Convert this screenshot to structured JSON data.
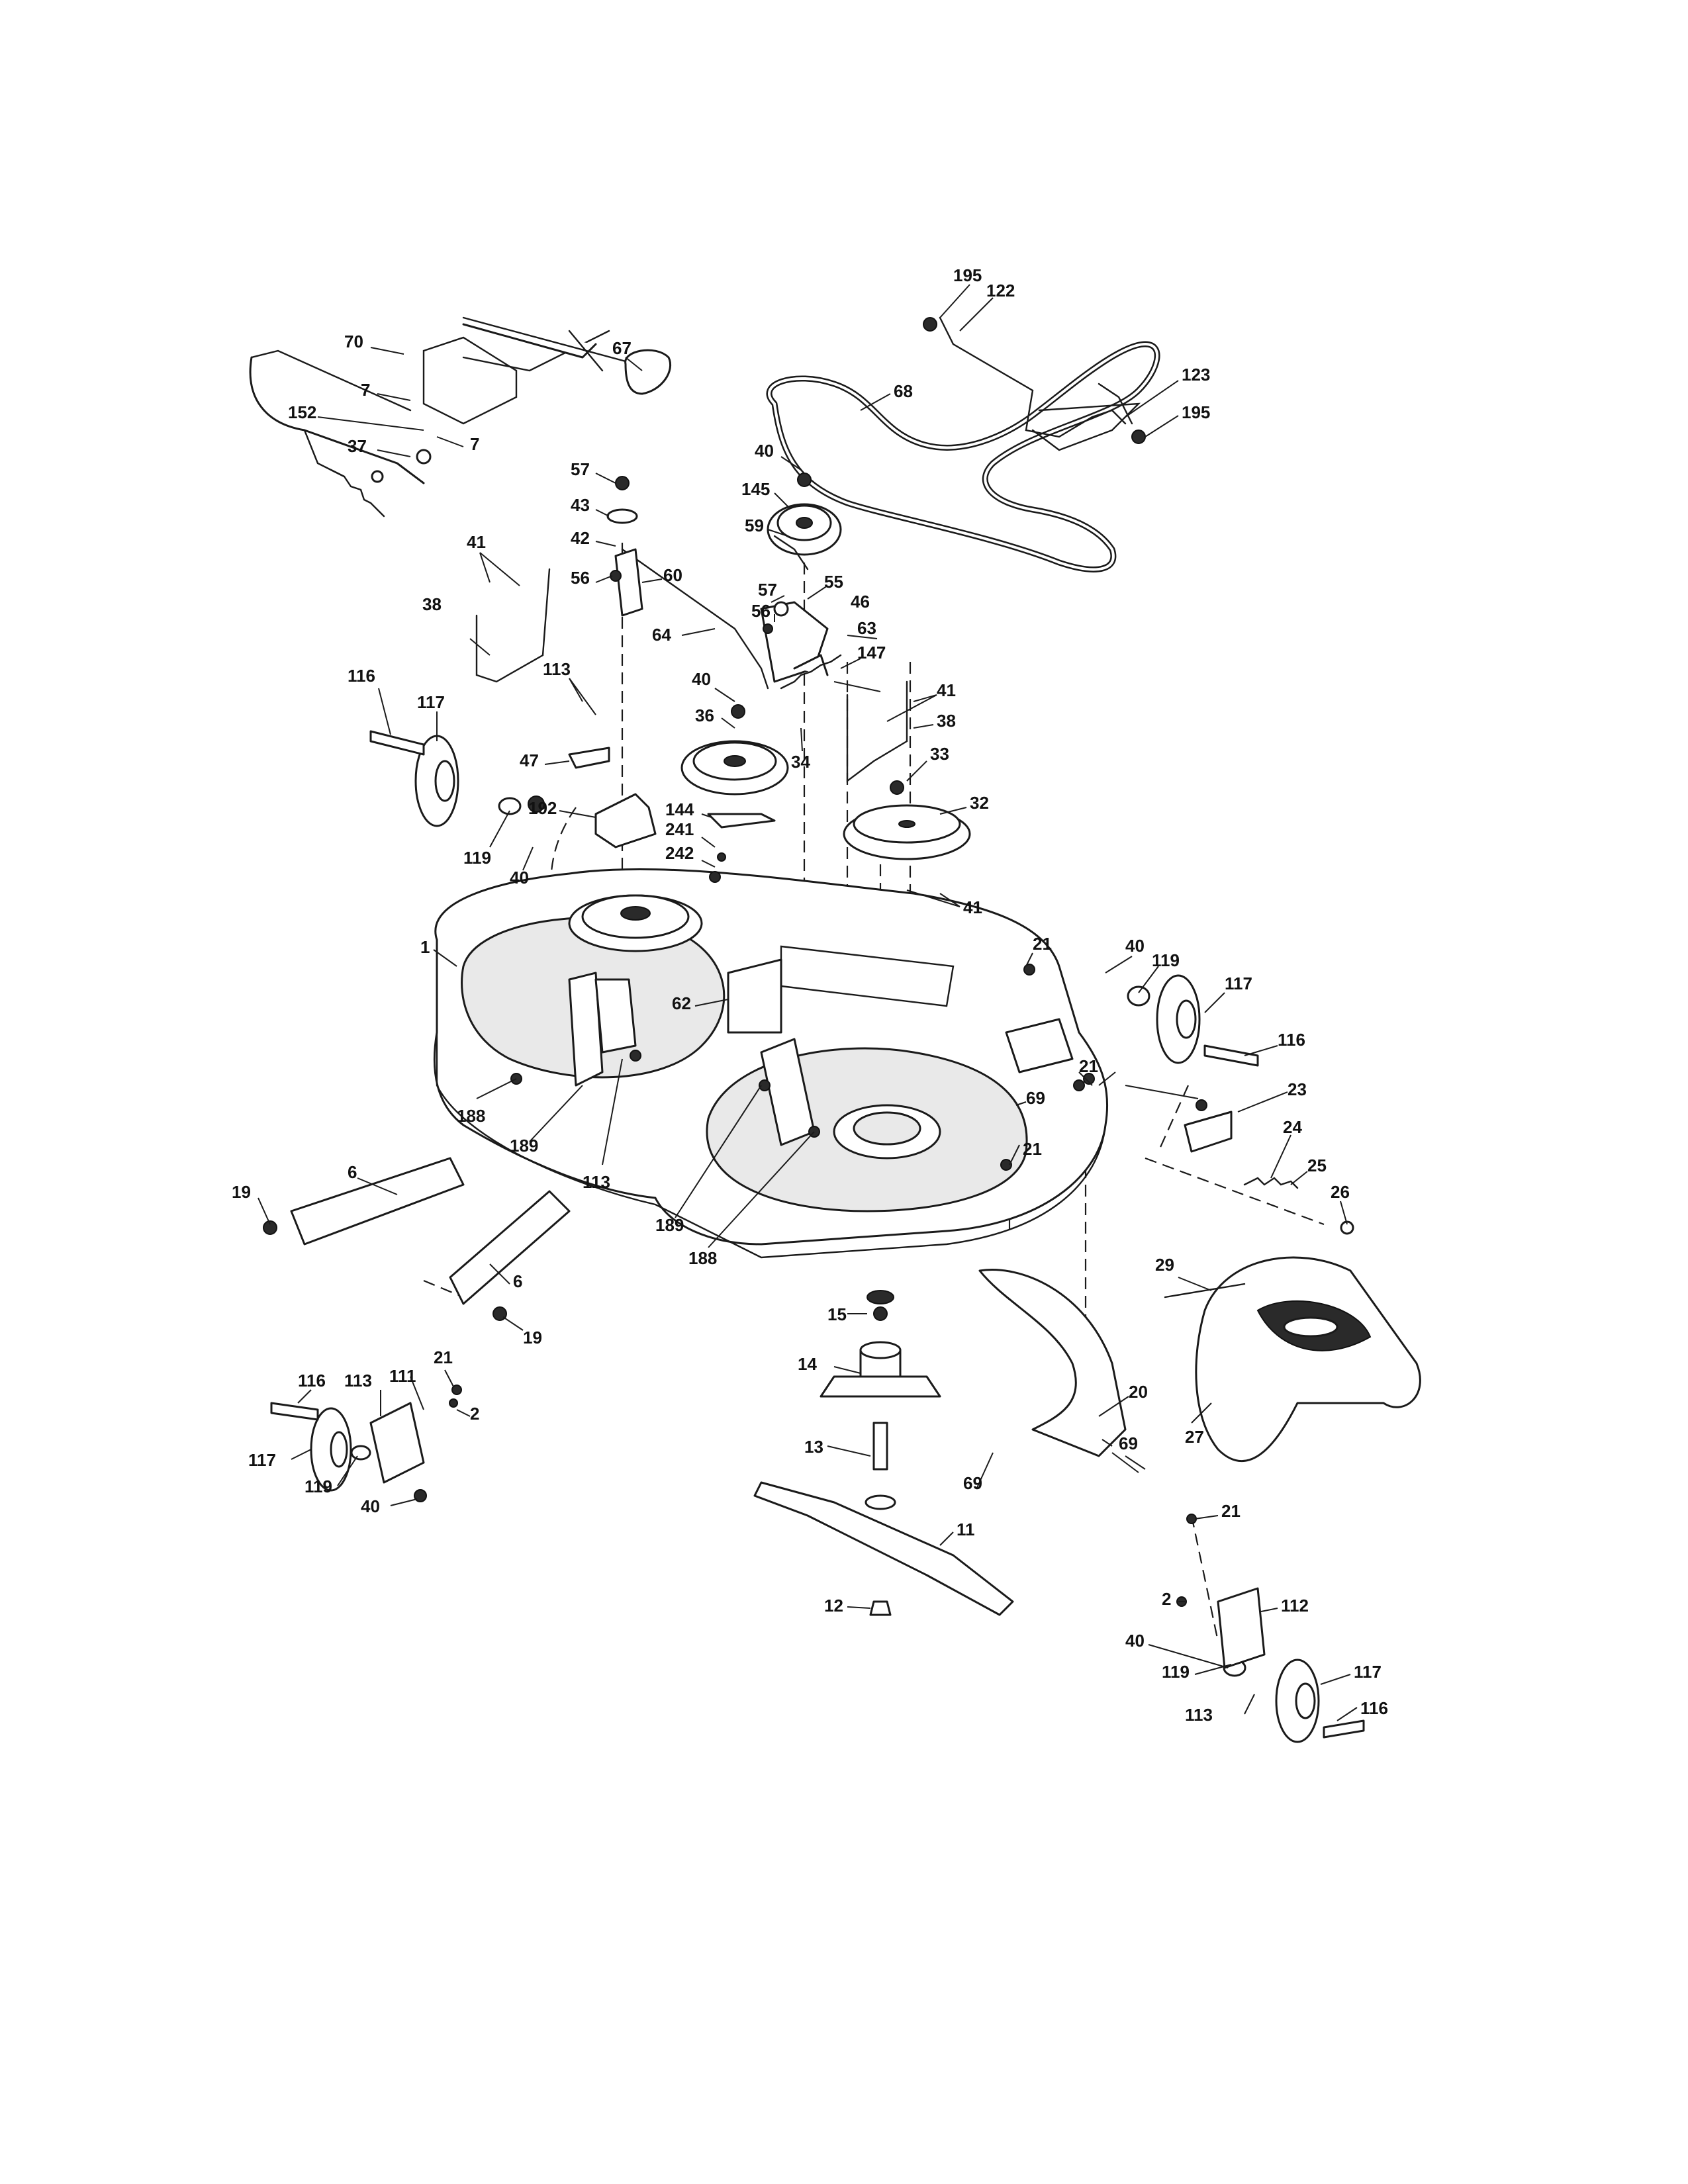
{
  "callouts": [
    {
      "id": "c-195a",
      "text": "195"
    },
    {
      "id": "c-122",
      "text": "122"
    },
    {
      "id": "c-70",
      "text": "70"
    },
    {
      "id": "c-67",
      "text": "67"
    },
    {
      "id": "c-123",
      "text": "123"
    },
    {
      "id": "c-68",
      "text": "68"
    },
    {
      "id": "c-195b",
      "text": "195"
    },
    {
      "id": "c-7a",
      "text": "7"
    },
    {
      "id": "c-152",
      "text": "152"
    },
    {
      "id": "c-37",
      "text": "37"
    },
    {
      "id": "c-7b",
      "text": "7"
    },
    {
      "id": "c-40a",
      "text": "40"
    },
    {
      "id": "c-57a",
      "text": "57"
    },
    {
      "id": "c-145",
      "text": "145"
    },
    {
      "id": "c-43",
      "text": "43"
    },
    {
      "id": "c-59",
      "text": "59"
    },
    {
      "id": "c-42",
      "text": "42"
    },
    {
      "id": "c-41a",
      "text": "41"
    },
    {
      "id": "c-56a",
      "text": "56"
    },
    {
      "id": "c-60",
      "text": "60"
    },
    {
      "id": "c-57b",
      "text": "57"
    },
    {
      "id": "c-55",
      "text": "55"
    },
    {
      "id": "c-38a",
      "text": "38"
    },
    {
      "id": "c-56b",
      "text": "56"
    },
    {
      "id": "c-46",
      "text": "46"
    },
    {
      "id": "c-64",
      "text": "64"
    },
    {
      "id": "c-63",
      "text": "63"
    },
    {
      "id": "c-147",
      "text": "147"
    },
    {
      "id": "c-116a",
      "text": "116"
    },
    {
      "id": "c-113a",
      "text": "113"
    },
    {
      "id": "c-40b",
      "text": "40"
    },
    {
      "id": "c-41b",
      "text": "41"
    },
    {
      "id": "c-117a",
      "text": "117"
    },
    {
      "id": "c-36",
      "text": "36"
    },
    {
      "id": "c-38b",
      "text": "38"
    },
    {
      "id": "c-47",
      "text": "47"
    },
    {
      "id": "c-34",
      "text": "34"
    },
    {
      "id": "c-33",
      "text": "33"
    },
    {
      "id": "c-192",
      "text": "192"
    },
    {
      "id": "c-144",
      "text": "144"
    },
    {
      "id": "c-32",
      "text": "32"
    },
    {
      "id": "c-241",
      "text": "241"
    },
    {
      "id": "c-119a",
      "text": "119"
    },
    {
      "id": "c-40c",
      "text": "40"
    },
    {
      "id": "c-242",
      "text": "242"
    },
    {
      "id": "c-41c",
      "text": "41"
    },
    {
      "id": "c-1",
      "text": "1"
    },
    {
      "id": "c-21a",
      "text": "21"
    },
    {
      "id": "c-40d",
      "text": "40"
    },
    {
      "id": "c-119b",
      "text": "119"
    },
    {
      "id": "c-117b",
      "text": "117"
    },
    {
      "id": "c-62",
      "text": "62"
    },
    {
      "id": "c-116b",
      "text": "116"
    },
    {
      "id": "c-21b",
      "text": "21"
    },
    {
      "id": "c-69a",
      "text": "69"
    },
    {
      "id": "c-23",
      "text": "23"
    },
    {
      "id": "c-188a",
      "text": "188"
    },
    {
      "id": "c-189a",
      "text": "189"
    },
    {
      "id": "c-21c",
      "text": "21"
    },
    {
      "id": "c-24",
      "text": "24"
    },
    {
      "id": "c-113b",
      "text": "113"
    },
    {
      "id": "c-25",
      "text": "25"
    },
    {
      "id": "c-6a",
      "text": "6"
    },
    {
      "id": "c-19a",
      "text": "19"
    },
    {
      "id": "c-189b",
      "text": "189"
    },
    {
      "id": "c-26",
      "text": "26"
    },
    {
      "id": "c-188b",
      "text": "188"
    },
    {
      "id": "c-29",
      "text": "29"
    },
    {
      "id": "c-6b",
      "text": "6"
    },
    {
      "id": "c-15",
      "text": "15"
    },
    {
      "id": "c-19b",
      "text": "19"
    },
    {
      "id": "c-21d",
      "text": "21"
    },
    {
      "id": "c-14",
      "text": "14"
    },
    {
      "id": "c-20",
      "text": "20"
    },
    {
      "id": "c-116c",
      "text": "116"
    },
    {
      "id": "c-113c",
      "text": "113"
    },
    {
      "id": "c-111",
      "text": "111"
    },
    {
      "id": "c-2a",
      "text": "2"
    },
    {
      "id": "c-27",
      "text": "27"
    },
    {
      "id": "c-69b",
      "text": "69"
    },
    {
      "id": "c-13",
      "text": "13"
    },
    {
      "id": "c-117c",
      "text": "117"
    },
    {
      "id": "c-119c",
      "text": "119"
    },
    {
      "id": "c-69c",
      "text": "69"
    },
    {
      "id": "c-40e",
      "text": "40"
    },
    {
      "id": "c-11",
      "text": "11"
    },
    {
      "id": "c-21e",
      "text": "21"
    },
    {
      "id": "c-12",
      "text": "12"
    },
    {
      "id": "c-2b",
      "text": "2"
    },
    {
      "id": "c-112",
      "text": "112"
    },
    {
      "id": "c-40f",
      "text": "40"
    },
    {
      "id": "c-117d",
      "text": "117"
    },
    {
      "id": "c-119d",
      "text": "119"
    },
    {
      "id": "c-113d",
      "text": "113"
    },
    {
      "id": "c-116d",
      "text": "116"
    }
  ]
}
